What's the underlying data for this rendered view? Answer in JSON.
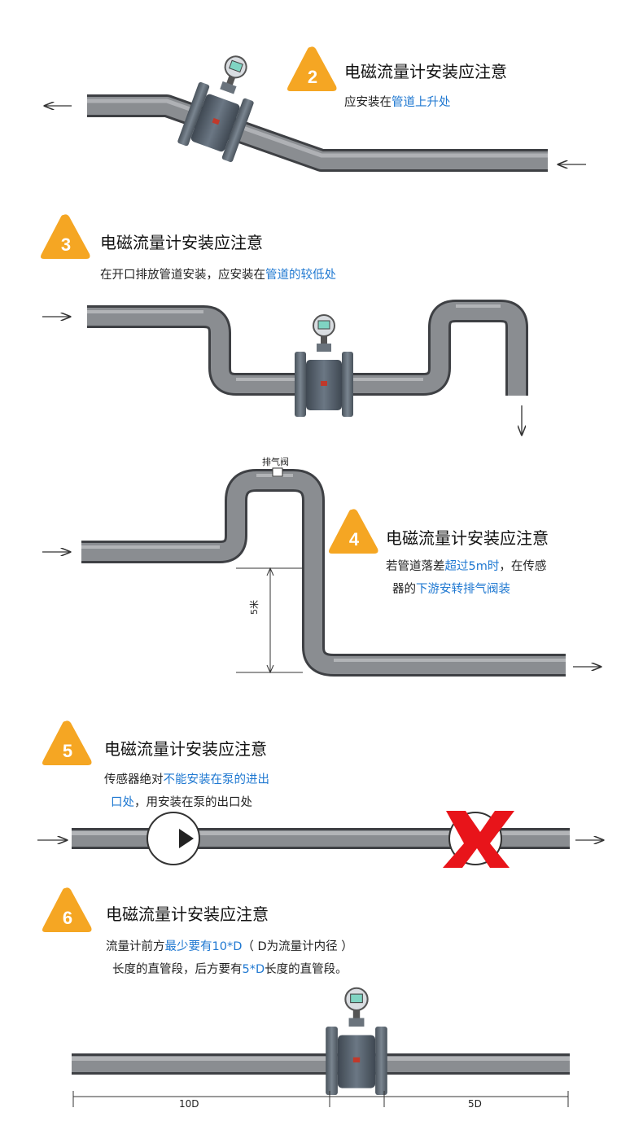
{
  "sections": [
    {
      "number": "2",
      "title": "电磁流量计安装应注意",
      "desc_lines": [
        [
          {
            "t": "应安装在",
            "hl": false
          },
          {
            "t": "管道上升处",
            "hl": true
          }
        ]
      ]
    },
    {
      "number": "3",
      "title": "电磁流量计安装应注意",
      "desc_lines": [
        [
          {
            "t": "在开口排放管道安装，应安装在",
            "hl": false
          },
          {
            "t": "管道的较低处",
            "hl": true
          }
        ]
      ]
    },
    {
      "number": "4",
      "title": "电磁流量计安装应注意",
      "desc_lines": [
        [
          {
            "t": "若管道落差",
            "hl": false
          },
          {
            "t": "超过5m时",
            "hl": true
          },
          {
            "t": "，在传感",
            "hl": false
          }
        ],
        [
          {
            "t": "器的",
            "hl": false
          },
          {
            "t": "下游安转排气阀装",
            "hl": true
          }
        ]
      ],
      "valve_label": "排气阀",
      "height_label": "5米"
    },
    {
      "number": "5",
      "title": "电磁流量计安装应注意",
      "desc_lines": [
        [
          {
            "t": "传感器绝对",
            "hl": false
          },
          {
            "t": "不能安装在泵的进出",
            "hl": true
          }
        ],
        [
          {
            "t": "口处",
            "hl": true
          },
          {
            "t": "，用安装在泵的出口处",
            "hl": false
          }
        ]
      ]
    },
    {
      "number": "6",
      "title": "电磁流量计安装应注意",
      "desc_lines": [
        [
          {
            "t": "流量计前方",
            "hl": false
          },
          {
            "t": "最少要有10*D",
            "hl": true
          },
          {
            "t": "（ D为流量计内径 ）",
            "hl": false
          }
        ],
        [
          {
            "t": "长度的直管段，后方要有",
            "hl": false
          },
          {
            "t": "5*D",
            "hl": true
          },
          {
            "t": "长度的直管段。",
            "hl": false
          }
        ]
      ],
      "upstream_label": "10D",
      "downstream_label": "5D"
    }
  ],
  "colors": {
    "badge": "#f5a623",
    "highlight": "#1f78d1",
    "pipe": "#6f7175",
    "meter_body": "#5a6470",
    "cross": "#e8141a"
  },
  "icons": [
    "warning-triangle-icon",
    "arrow-left-icon",
    "arrow-right-icon",
    "arrow-down-icon",
    "pump-icon",
    "cross-icon",
    "flowmeter-icon"
  ]
}
